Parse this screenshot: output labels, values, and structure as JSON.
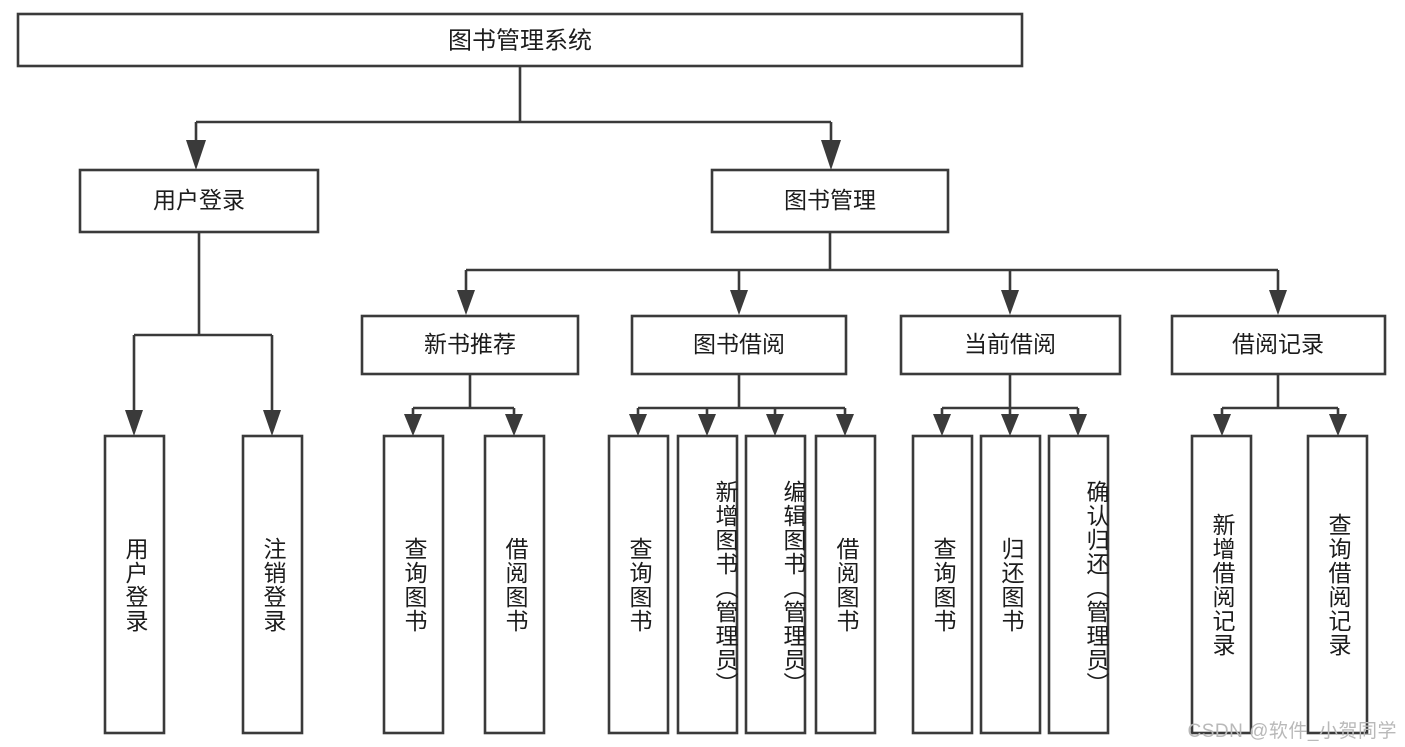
{
  "diagram": {
    "type": "tree-hierarchy",
    "title": "图书管理系统",
    "root": {
      "label": "图书管理系统",
      "orientation": "horizontal"
    },
    "level2": [
      {
        "label": "用户登录",
        "orientation": "horizontal"
      },
      {
        "label": "图书管理",
        "orientation": "horizontal"
      }
    ],
    "level3": [
      {
        "label": "新书推荐",
        "orientation": "horizontal"
      },
      {
        "label": "图书借阅",
        "orientation": "horizontal"
      },
      {
        "label": "当前借阅",
        "orientation": "horizontal"
      },
      {
        "label": "借阅记录",
        "orientation": "horizontal"
      }
    ],
    "leaves": [
      {
        "label": "用户登录",
        "parent": "用户登录",
        "orientation": "vertical"
      },
      {
        "label": "注销登录",
        "parent": "用户登录",
        "orientation": "vertical"
      },
      {
        "label": "查询图书",
        "parent": "新书推荐",
        "orientation": "vertical"
      },
      {
        "label": "借阅图书",
        "parent": "新书推荐",
        "orientation": "vertical"
      },
      {
        "label": "查询图书",
        "parent": "图书借阅",
        "orientation": "vertical"
      },
      {
        "label": "新增图书（管理员）",
        "parent": "图书借阅",
        "orientation": "vertical"
      },
      {
        "label": "编辑图书（管理员）",
        "parent": "图书借阅",
        "orientation": "vertical"
      },
      {
        "label": "借阅图书",
        "parent": "图书借阅",
        "orientation": "vertical"
      },
      {
        "label": "查询图书",
        "parent": "当前借阅",
        "orientation": "vertical"
      },
      {
        "label": "归还图书",
        "parent": "当前借阅",
        "orientation": "vertical"
      },
      {
        "label": "确认归还（管理员）",
        "parent": "当前借阅",
        "orientation": "vertical"
      },
      {
        "label": "新增借阅记录",
        "parent": "借阅记录",
        "orientation": "vertical"
      },
      {
        "label": "查询借阅记录",
        "parent": "借阅记录",
        "orientation": "vertical"
      }
    ],
    "colors": {
      "stroke": "#3a3a3a",
      "fill": "#ffffff",
      "text": "#1c1c1c",
      "watermark": "#b9b9b9"
    }
  },
  "watermark": {
    "text": "CSDN @软件_小贺同学"
  }
}
